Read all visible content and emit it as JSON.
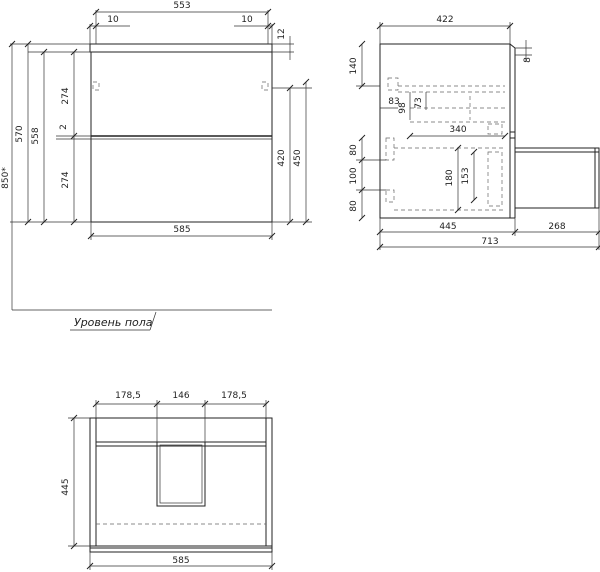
{
  "front_view": {
    "width_total": "585",
    "width_top": "553",
    "top_inset_left": "10",
    "top_inset_right": "10",
    "top_thickness": "12",
    "height_total": "570",
    "height_inner": "558",
    "height_floor": "850*",
    "drawer_top": "274",
    "drawer_gap": "2",
    "drawer_bottom": "274",
    "right_height_a": "420",
    "right_height_b": "450",
    "floor_label": "Уровень пола"
  },
  "side_view": {
    "depth_top": "422",
    "depth_body": "445",
    "drawer_extension": "268",
    "depth_total": "713",
    "top_gap": "8",
    "offset_140": "140",
    "offset_83": "83",
    "offset_98": "98",
    "offset_73": "73",
    "offset_340": "340",
    "offset_80_upper": "80",
    "offset_100": "100",
    "offset_80_lower": "80",
    "offset_180": "180",
    "offset_153": "153"
  },
  "top_view": {
    "section_left": "178,5",
    "section_middle": "146",
    "section_right": "178,5",
    "depth": "445",
    "width": "585"
  }
}
